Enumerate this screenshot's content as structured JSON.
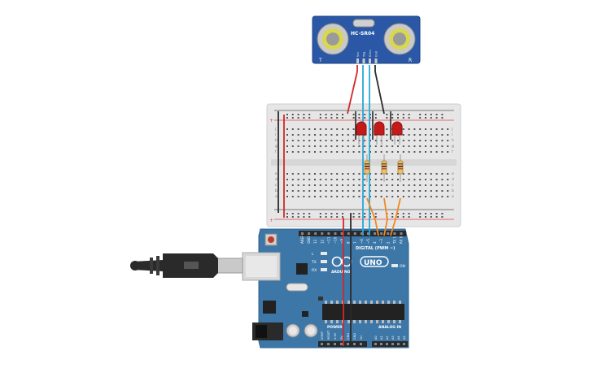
{
  "sensor": {
    "model": "HC-SR04",
    "left_label": "T",
    "right_label": "R",
    "pins": [
      "Vcc",
      "Trig",
      "Echo",
      "Gnd"
    ]
  },
  "breadboard": {
    "row_letters_top": [
      "j",
      "i",
      "h",
      "g",
      "f"
    ],
    "row_letters_bottom": [
      "e",
      "d",
      "c",
      "b",
      "a"
    ],
    "plus": "+",
    "minus": "−"
  },
  "arduino": {
    "board_name": "UNO",
    "brand_text": "ARDUINO",
    "digital_header_label": "DIGITAL (PWM ~)",
    "power_label": "POWER",
    "analog_label": "ANALOG IN",
    "on_label": "ON",
    "led_labels": [
      "L",
      "TX",
      "RX"
    ],
    "digital_pins": [
      "AREF",
      "GND",
      "13",
      "12",
      "~11",
      "~10",
      "~9",
      "8",
      "7",
      "~6",
      "~5",
      "4",
      "~3",
      "2",
      "TX 1",
      "RX 0"
    ],
    "power_pins": [
      "IOREF",
      "RESET",
      "3.3V",
      "5V",
      "GND",
      "GND",
      "Vin"
    ],
    "analog_pins": [
      "A0",
      "A1",
      "A2",
      "A3",
      "A4",
      "A5"
    ]
  },
  "colors": {
    "board_blue": "#3c77a8",
    "sensor_blue": "#2b58a6",
    "breadboard": "#e6e6e6",
    "wire_red": "#d22828",
    "wire_black": "#2a2a2a",
    "wire_blue": "#27a7d8",
    "wire_orange": "#f08a1e",
    "led_red": "#c41a1a"
  }
}
